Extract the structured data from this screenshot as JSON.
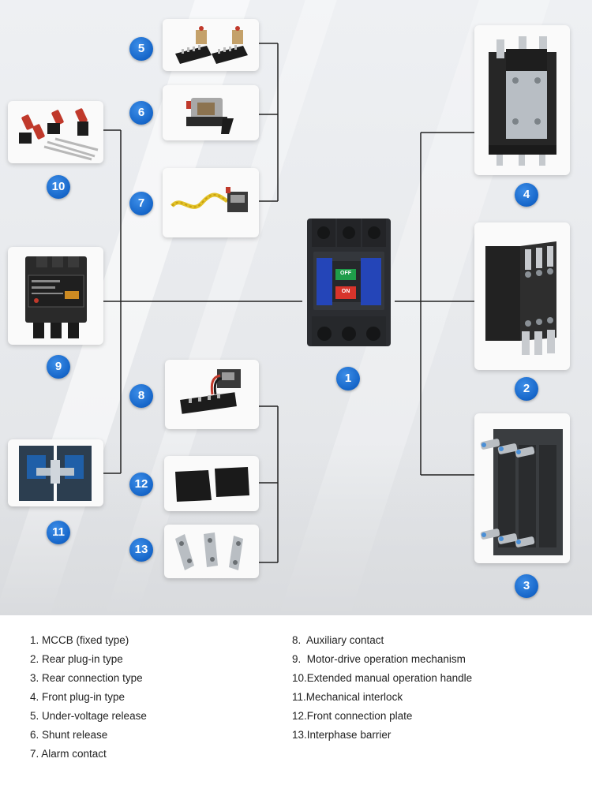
{
  "diagram": {
    "center_badge": "1",
    "products": {
      "p2": {
        "badge": "2"
      },
      "p3": {
        "badge": "3"
      },
      "p4": {
        "badge": "4"
      },
      "p5": {
        "badge": "5"
      },
      "p6": {
        "badge": "6"
      },
      "p7": {
        "badge": "7"
      },
      "p8": {
        "badge": "8"
      },
      "p9": {
        "badge": "9"
      },
      "p10": {
        "badge": "10"
      },
      "p11": {
        "badge": "11"
      },
      "p12": {
        "badge": "12"
      },
      "p13": {
        "badge": "13"
      }
    },
    "breaker_panel": {
      "button_top": "OFF",
      "button_bottom": "ON"
    }
  },
  "legend": {
    "left": [
      "1. MCCB (fixed type)",
      "2. Rear plug-in type",
      "3. Rear connection type",
      "4. Front plug-in type",
      "5. Under-voltage release",
      "6. Shunt release",
      "7. Alarm contact"
    ],
    "right": [
      "8.  Auxiliary contact",
      "9.  Motor-drive operation mechanism",
      "10.Extended manual operation handle",
      "11.Mechanical interlock",
      "12.Front connection plate",
      "13.Interphase barrier"
    ]
  },
  "colors": {
    "badge": "#1565c8",
    "breaker_body": "#2b2d31",
    "label_blue": "#2445b8",
    "button_green": "#1f9d4a",
    "button_red": "#d8342b",
    "connector_line": "#222222"
  }
}
